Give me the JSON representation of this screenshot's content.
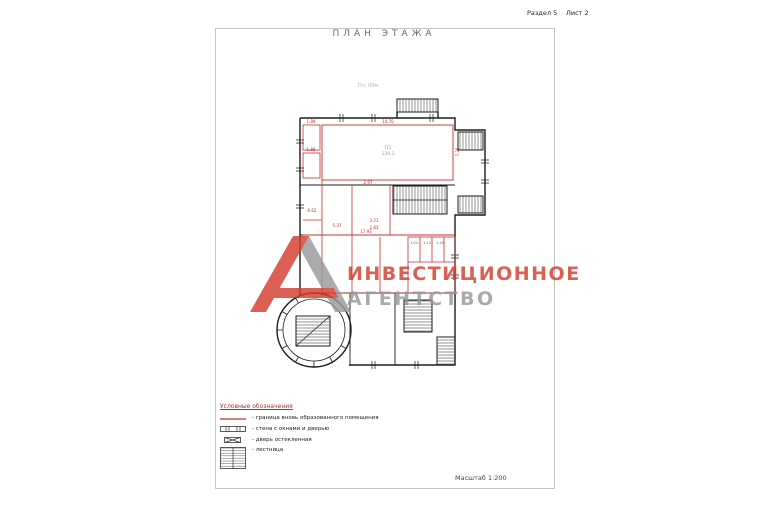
{
  "header": {
    "section_label": "Раздел 5",
    "sheet_label": "Лист 2"
  },
  "sheet": {
    "title": "ПЛАН ЭТАЖА",
    "scale_label": "Масштаб 1:200",
    "note": "Пл. 09м"
  },
  "watermark": {
    "line1": "ИНВЕСТИЦИОННОЕ",
    "line2": "АГЕНТСТВО",
    "color_primary": "#d43d2e",
    "color_secondary": "#97999b"
  },
  "legend": {
    "title": "Условные обозначения",
    "items": [
      {
        "symbol": "red-boundary-line",
        "label": "- граница вновь образованного помещения"
      },
      {
        "symbol": "wall-with-windows-and-door",
        "label": "- стена с окнами и дверью"
      },
      {
        "symbol": "glazed-door",
        "label": "- дверь остекленная"
      },
      {
        "symbol": "stairs",
        "label": "- лестница"
      }
    ]
  },
  "plan": {
    "boundary_color": "#c03030",
    "wall_color": "#1d1d1d",
    "dims": {
      "left_room_top": "1.89",
      "left_room_bottom": "1.88",
      "hall_width": "14.70",
      "hall_height": "7.26",
      "mid_width": "2.97",
      "left_depth": "6.62",
      "seg_a": "5.37",
      "seg_b": "3.21",
      "seg_c": "2.83",
      "total_width": "17.93",
      "cell_a": "1.04",
      "cell_b": "1.13",
      "cell_c": "1.15"
    },
    "room": {
      "number": "ПЗ",
      "area": "139,1"
    }
  }
}
